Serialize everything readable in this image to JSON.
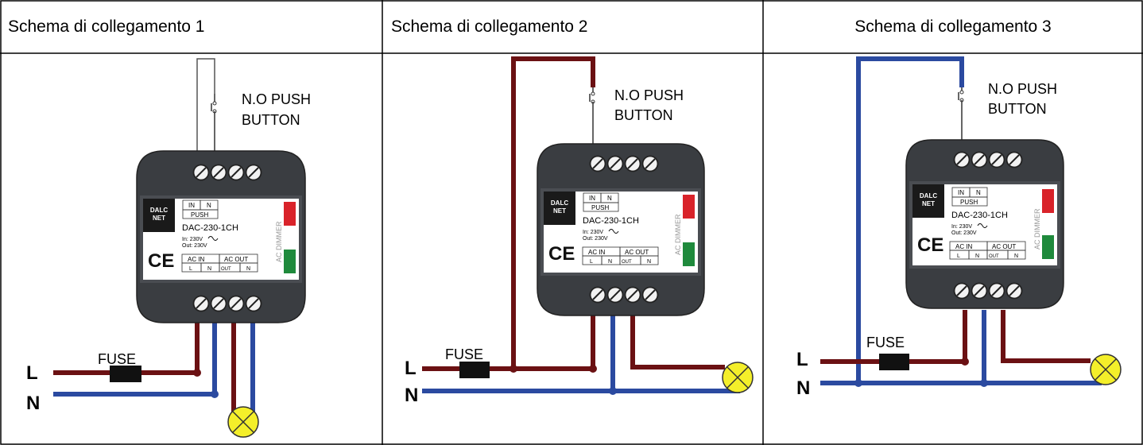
{
  "headers": [
    "Schema di collegamento 1",
    "Schema di collegamento 2",
    "Schema di collegamento 3"
  ],
  "device": {
    "brand_line1": "DALC",
    "brand_line2": "NET",
    "in_label": "IN",
    "n_label": "N",
    "push_label": "PUSH",
    "model": "DAC-230-1CH",
    "in_voltage": "In: 230V",
    "out_voltage": "Out: 230V",
    "ac_in": "AC IN",
    "ac_out": "AC OUT",
    "l": "L",
    "n": "N",
    "out": "OUT",
    "side_label": "AC DIMMER",
    "ce": "CE"
  },
  "push_button_line1": "N.O PUSH",
  "push_button_line2": "BUTTON",
  "fuse": "FUSE",
  "line_label": "L",
  "neutral_label": "N",
  "colors": {
    "brown_wire": "#6b1113",
    "blue_wire": "#2b4aa0",
    "device_body": "#3a3d41",
    "lamp": "#f4ef2a",
    "green_led": "#1f8a3c",
    "red_led": "#d9232a"
  }
}
